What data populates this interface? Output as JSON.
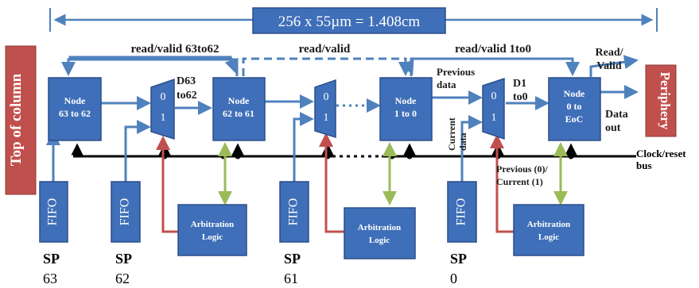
{
  "dimension_label": "256 x 55µm = 1.408cm",
  "side_labels": {
    "left": "Top of column",
    "right": "Periphery"
  },
  "bus_labels": {
    "read_valid_63_62": "read/valid 63to62",
    "read_valid": "read/valid",
    "read_valid_1_0": "read/valid 1to0",
    "read_valid_out_1": "Read/",
    "read_valid_out_2": "Valid"
  },
  "nodes": [
    {
      "line1": "Node",
      "line2": "63 to 62"
    },
    {
      "line1": "Node",
      "line2": "62 to 61"
    },
    {
      "line1": "Node",
      "line2": "1 to 0"
    },
    {
      "line1": "Node",
      "line2": "0 to",
      "line3": "EoC"
    }
  ],
  "mux_labels": {
    "top": "0",
    "bottom": "1"
  },
  "data_labels": {
    "d63_1": "D63",
    "d63_2": "to62",
    "d1_1": "D1",
    "d1_2": "to0",
    "previous_1": "Previous",
    "previous_2": "data",
    "current_1": "Current",
    "current_2": "data",
    "data_out_1": "Data",
    "data_out_2": "out"
  },
  "clock_bus_label_1": "Clock/reset",
  "clock_bus_label_2": "bus",
  "select_label_1": "Previous (0)/",
  "select_label_2": "Current (1)",
  "fifo_label": "FIFO",
  "arbitration": {
    "line1": "Arbitration",
    "line2": "Logic"
  },
  "sp_labels": [
    {
      "line1": "SP",
      "line2": "63"
    },
    {
      "line1": "SP",
      "line2": "62"
    },
    {
      "line1": "SP",
      "line2": "61"
    },
    {
      "line1": "SP",
      "line2": "0"
    }
  ],
  "colors": {
    "box_fill": "#3f6fb8",
    "box_stroke": "#2a4f8a",
    "arrow_blue": "#4f81bd",
    "arrow_red": "#c0504d",
    "arrow_green": "#9bbb59",
    "side_red": "#c0504d",
    "bus_black": "#000000"
  }
}
